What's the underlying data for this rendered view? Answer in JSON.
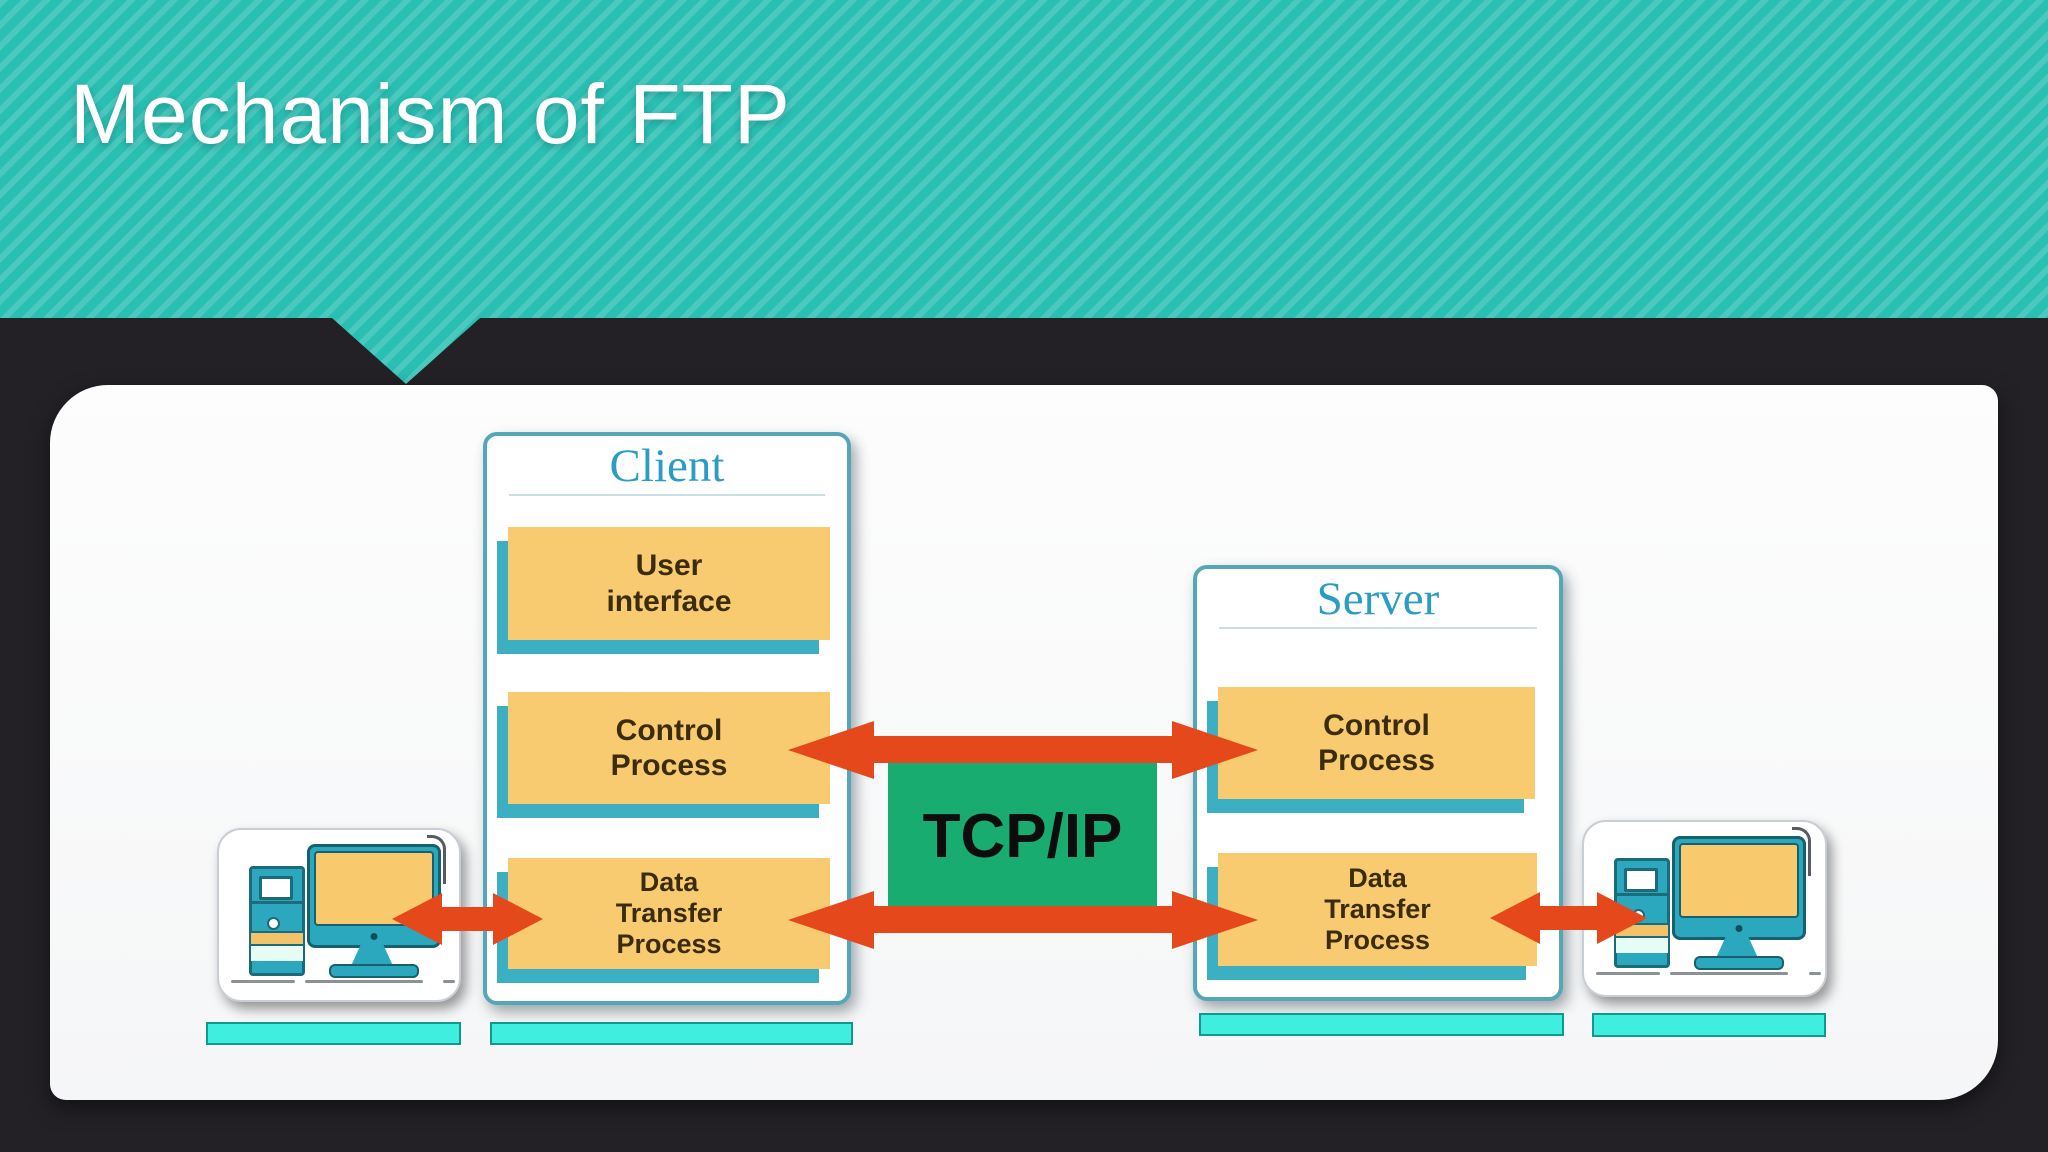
{
  "slide": {
    "title": "Mechanism of FTP",
    "background_color": "#232126",
    "banner_color": "#2abfb3"
  },
  "diagram": {
    "client": {
      "title": "Client",
      "boxes": [
        {
          "label": "User\ninterface"
        },
        {
          "label": "Control\nProcess"
        },
        {
          "label": "Data\nTransfer\nProcess"
        }
      ]
    },
    "server": {
      "title": "Server",
      "boxes": [
        {
          "label": "Control\nProcess"
        },
        {
          "label": "Data\nTransfer\nProcess"
        }
      ]
    },
    "network": {
      "label": "TCP/IP",
      "color": "#18ac70"
    },
    "arrows": [
      {
        "name": "control-connection",
        "from": "client-control-process",
        "to": "server-control-process"
      },
      {
        "name": "data-connection",
        "from": "client-data-transfer-process",
        "to": "server-data-transfer-process"
      },
      {
        "name": "client-host-link",
        "from": "client-computer",
        "to": "client-data-transfer-process"
      },
      {
        "name": "server-host-link",
        "from": "server-data-transfer-process",
        "to": "server-computer"
      }
    ],
    "icons": {
      "client_computer": "desktop-computer-icon",
      "server_computer": "desktop-computer-icon"
    },
    "colors": {
      "process_box": "#f8cb70",
      "process_box_shadow": "#3cafc3",
      "arrow": "#e5491b",
      "heading_text": "#2b9cc5",
      "highlight_bar": "#3feede"
    }
  }
}
